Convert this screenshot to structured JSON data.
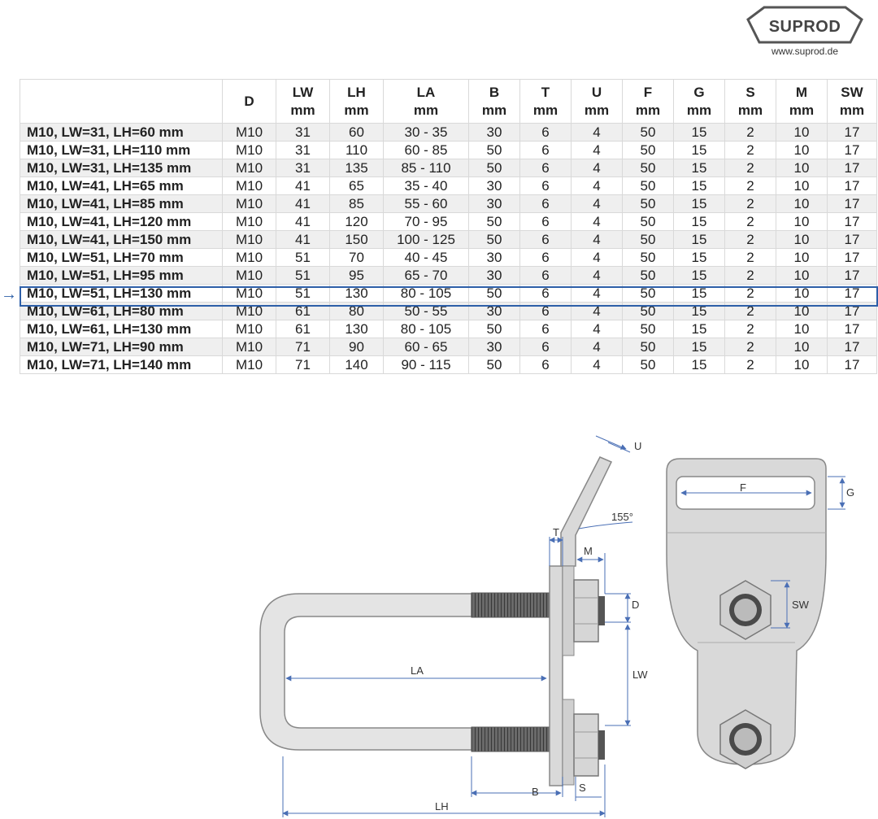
{
  "logo": {
    "brand": "SUPROD",
    "url": "www.suprod.de"
  },
  "table": {
    "headers": [
      {
        "top": "",
        "bottom": ""
      },
      {
        "top": "D",
        "bottom": ""
      },
      {
        "top": "LW",
        "bottom": "mm"
      },
      {
        "top": "LH",
        "bottom": "mm"
      },
      {
        "top": "LA",
        "bottom": "mm"
      },
      {
        "top": "B",
        "bottom": "mm"
      },
      {
        "top": "T",
        "bottom": "mm"
      },
      {
        "top": "U",
        "bottom": "mm"
      },
      {
        "top": "F",
        "bottom": "mm"
      },
      {
        "top": "G",
        "bottom": "mm"
      },
      {
        "top": "S",
        "bottom": "mm"
      },
      {
        "top": "M",
        "bottom": "mm"
      },
      {
        "top": "SW",
        "bottom": "mm"
      }
    ],
    "rows": [
      [
        "M10, LW=31, LH=60 mm",
        "M10",
        "31",
        "60",
        "30 - 35",
        "30",
        "6",
        "4",
        "50",
        "15",
        "2",
        "10",
        "17"
      ],
      [
        "M10, LW=31, LH=110 mm",
        "M10",
        "31",
        "110",
        "60 - 85",
        "50",
        "6",
        "4",
        "50",
        "15",
        "2",
        "10",
        "17"
      ],
      [
        "M10, LW=31, LH=135 mm",
        "M10",
        "31",
        "135",
        "85 - 110",
        "50",
        "6",
        "4",
        "50",
        "15",
        "2",
        "10",
        "17"
      ],
      [
        "M10, LW=41, LH=65 mm",
        "M10",
        "41",
        "65",
        "35 - 40",
        "30",
        "6",
        "4",
        "50",
        "15",
        "2",
        "10",
        "17"
      ],
      [
        "M10, LW=41, LH=85 mm",
        "M10",
        "41",
        "85",
        "55 - 60",
        "30",
        "6",
        "4",
        "50",
        "15",
        "2",
        "10",
        "17"
      ],
      [
        "M10, LW=41, LH=120 mm",
        "M10",
        "41",
        "120",
        "70 - 95",
        "50",
        "6",
        "4",
        "50",
        "15",
        "2",
        "10",
        "17"
      ],
      [
        "M10, LW=41, LH=150 mm",
        "M10",
        "41",
        "150",
        "100 - 125",
        "50",
        "6",
        "4",
        "50",
        "15",
        "2",
        "10",
        "17"
      ],
      [
        "M10, LW=51, LH=70 mm",
        "M10",
        "51",
        "70",
        "40 - 45",
        "30",
        "6",
        "4",
        "50",
        "15",
        "2",
        "10",
        "17"
      ],
      [
        "M10, LW=51, LH=95 mm",
        "M10",
        "51",
        "95",
        "65 - 70",
        "30",
        "6",
        "4",
        "50",
        "15",
        "2",
        "10",
        "17"
      ],
      [
        "M10, LW=51, LH=130 mm",
        "M10",
        "51",
        "130",
        "80 - 105",
        "50",
        "6",
        "4",
        "50",
        "15",
        "2",
        "10",
        "17"
      ],
      [
        "M10, LW=61, LH=80 mm",
        "M10",
        "61",
        "80",
        "50 - 55",
        "30",
        "6",
        "4",
        "50",
        "15",
        "2",
        "10",
        "17"
      ],
      [
        "M10, LW=61, LH=130 mm",
        "M10",
        "61",
        "130",
        "80 - 105",
        "50",
        "6",
        "4",
        "50",
        "15",
        "2",
        "10",
        "17"
      ],
      [
        "M10, LW=71, LH=90 mm",
        "M10",
        "71",
        "90",
        "60 - 65",
        "30",
        "6",
        "4",
        "50",
        "15",
        "2",
        "10",
        "17"
      ],
      [
        "M10, LW=71, LH=140 mm",
        "M10",
        "71",
        "140",
        "90 - 115",
        "50",
        "6",
        "4",
        "50",
        "15",
        "2",
        "10",
        "17"
      ]
    ],
    "highlighted_row": 9,
    "highlight_color": "#2d5fa8"
  },
  "drawing": {
    "labels": {
      "u": "U",
      "angle": "155°",
      "t": "T",
      "m": "M",
      "d": "D",
      "la": "LA",
      "lw": "LW",
      "b": "B",
      "s": "S",
      "lh": "LH",
      "f": "F",
      "g": "G",
      "sw": "SW"
    },
    "dimension_color": "#4a6fb5"
  }
}
